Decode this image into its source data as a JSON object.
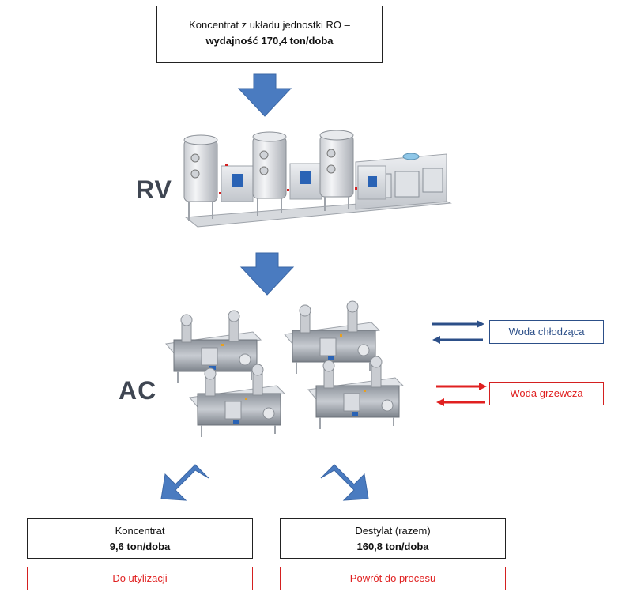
{
  "top_box": {
    "line1": "Koncentrat z układu jednostki RO –",
    "line2": "wydajność 170,4 ton/doba"
  },
  "rv_label": "RV",
  "ac_label": "AC",
  "cooling_water_label": "Woda chłodząca",
  "heating_water_label": "Woda grzewcza",
  "concentrate_box": {
    "line1": "Koncentrat",
    "line2": "9,6 ton/doba"
  },
  "distillate_box": {
    "line1": "Destylat (razem)",
    "line2": "160,8 ton/doba"
  },
  "disposal_label": "Do utylizacji",
  "return_label": "Powrót do procesu",
  "colors": {
    "arrow_blue": "#4a7bc0",
    "cooling": "#2c4f88",
    "heating": "#e02020"
  }
}
